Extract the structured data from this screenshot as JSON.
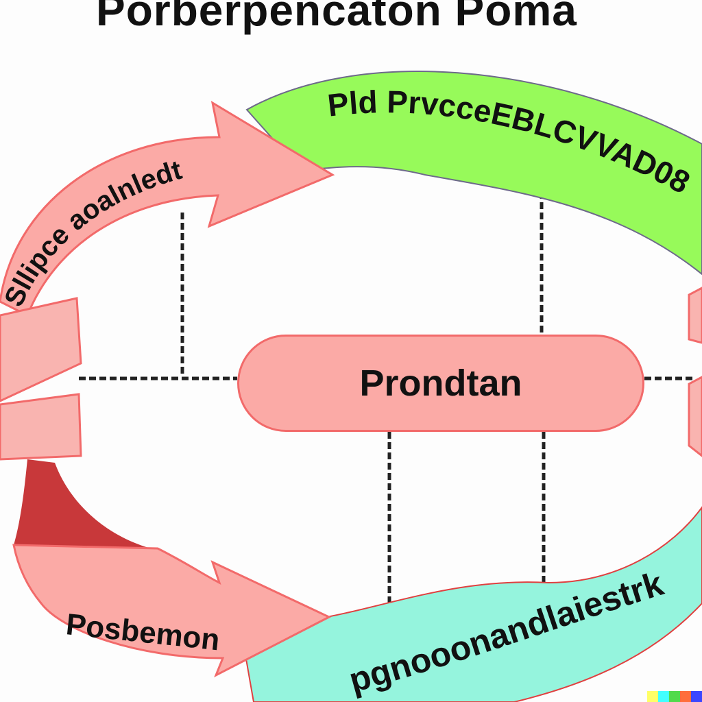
{
  "title": "Porberpencaton Poma",
  "center_node": "Prondtan",
  "arrows": {
    "top_left": "Sllipce aoalnledt",
    "top_right": "Pld PrvcceEBLCVVAD08",
    "bottom_left": "Posbemon",
    "bottom_right": "pgnooonandlaiestrk"
  },
  "colors": {
    "pink": "#fbaaa6",
    "pink_border": "#f26a6a",
    "dark_red": "#c8383a",
    "green": "#97fa5a",
    "teal": "#95f4dd"
  },
  "badge_colors": [
    "#ffff66",
    "#42ffff",
    "#51da4c",
    "#ff6e3c",
    "#3c46ff"
  ]
}
